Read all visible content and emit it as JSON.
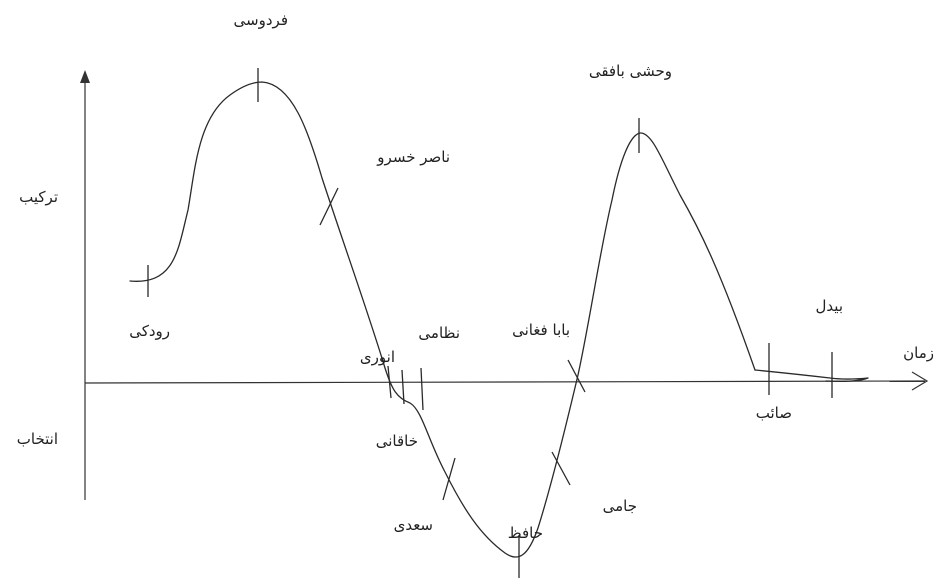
{
  "axes": {
    "x_label": "زمان",
    "y_top_label": "ترکیب",
    "y_bottom_label": "انتخاب"
  },
  "poets": {
    "ferdowsi": "فردوسی",
    "naser_khosro": "ناصر خسرو",
    "rudaki": "رودکی",
    "anvari": "انوری",
    "nezami": "نظامی",
    "khaqani": "خاقانی",
    "saadi": "سعدی",
    "hafez": "حافظ",
    "jami": "جامی",
    "baba_faghani": "بابا فغانی",
    "vahshi_bafqi": "وحشی بافقی",
    "saeb": "صائب",
    "bidel": "بیدل"
  },
  "colors": {
    "ink": "#2a2a2a",
    "background": "#ffffff"
  }
}
